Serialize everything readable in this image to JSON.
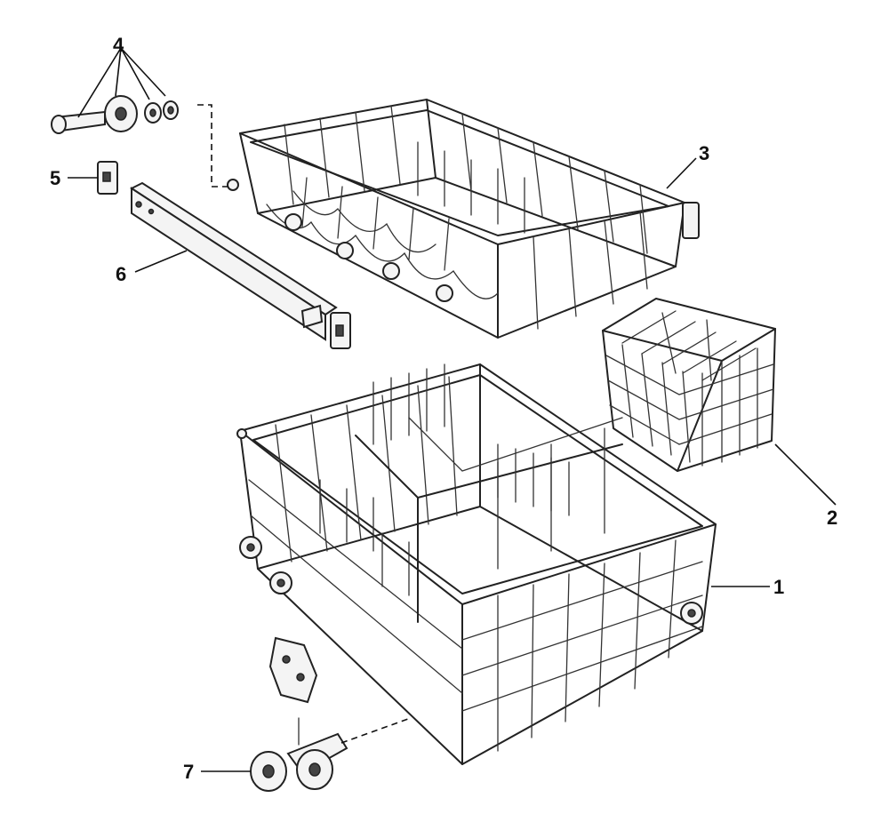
{
  "diagram": {
    "callouts": [
      {
        "id": "1",
        "label": "1"
      },
      {
        "id": "2",
        "label": "2"
      },
      {
        "id": "3",
        "label": "3"
      },
      {
        "id": "4",
        "label": "4"
      },
      {
        "id": "5",
        "label": "5"
      },
      {
        "id": "6",
        "label": "6"
      },
      {
        "id": "7",
        "label": "7"
      }
    ],
    "parts": [
      {
        "id": "1",
        "depicts": "lower-dishrack"
      },
      {
        "id": "2",
        "depicts": "silverware-basket"
      },
      {
        "id": "3",
        "depicts": "upper-dishrack"
      },
      {
        "id": "4",
        "depicts": "roller-assembly"
      },
      {
        "id": "5",
        "depicts": "track-stop"
      },
      {
        "id": "6",
        "depicts": "rack-track"
      },
      {
        "id": "7",
        "depicts": "lower-roller-assembly"
      }
    ]
  }
}
